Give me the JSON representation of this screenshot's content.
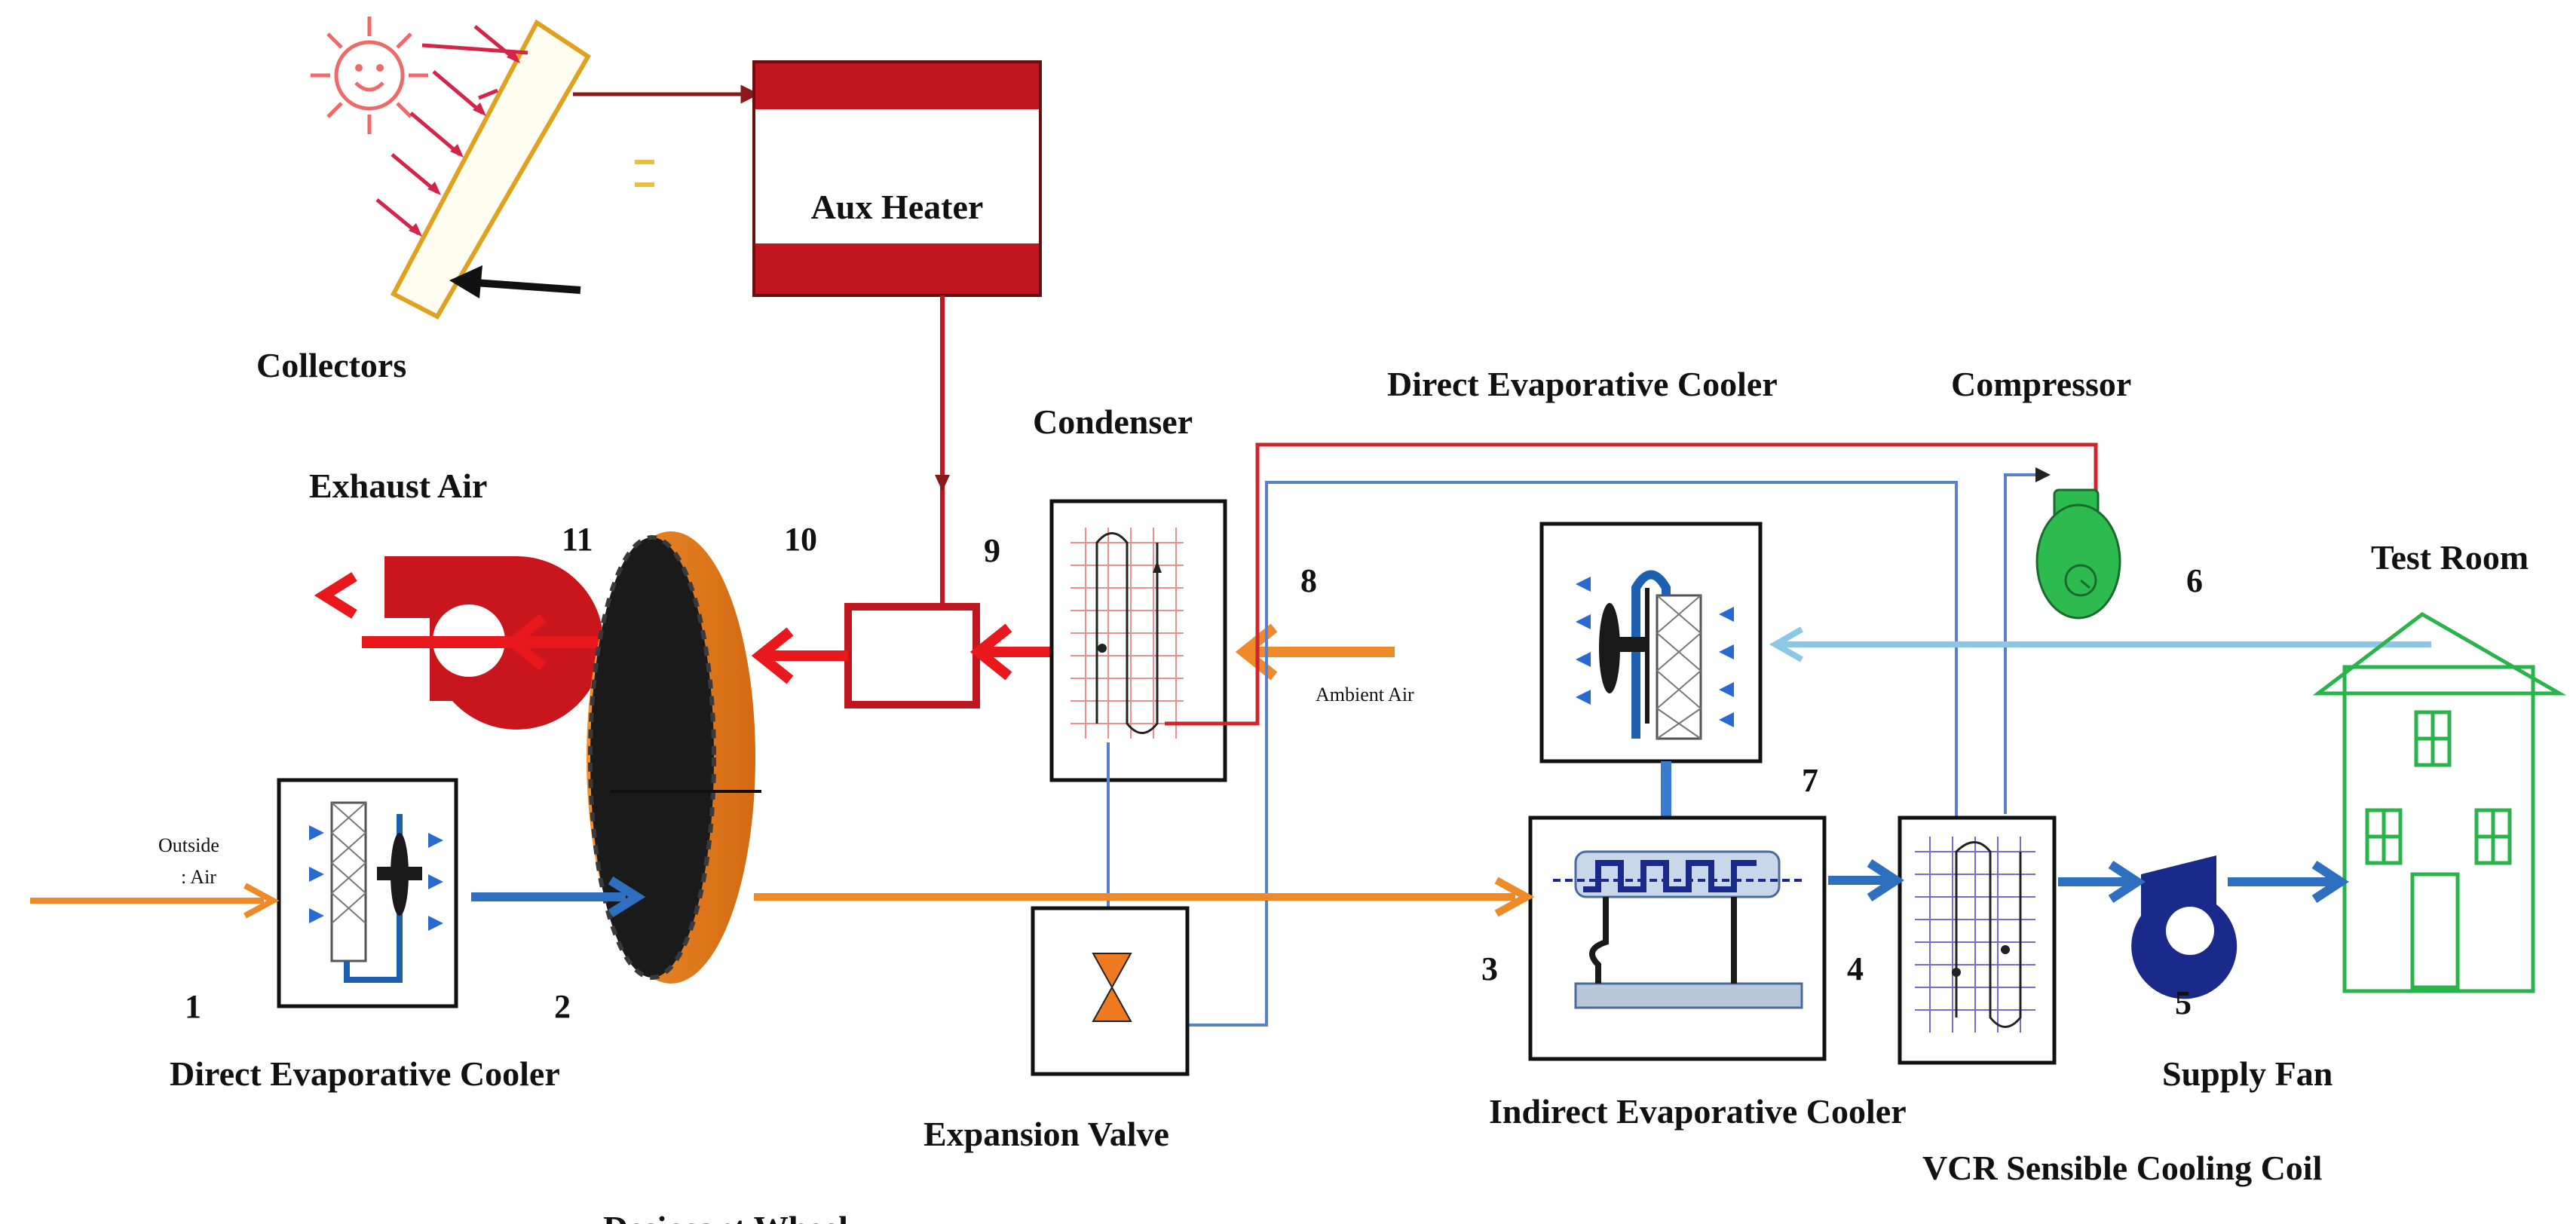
{
  "labels": {
    "collectors": "Collectors",
    "aux_heater": "Aux Heater",
    "exhaust_air": "Exhaust Air",
    "condenser": "Condenser",
    "direct_evap_cooler_top": "Direct Evaporative Cooler",
    "compressor": "Compressor",
    "test_room": "Test Room",
    "ambient_air": "Ambient Air",
    "outside_air_line1": "Outside",
    "outside_air_line2": ": Air",
    "direct_evap_cooler_bottom": "Direct Evaporative Cooler",
    "desiccant_wheel": "Desiccant Wheel",
    "expansion_valve": "Expansion Valve",
    "indirect_evap_cooler": "Indirect Evaporative Cooler",
    "supply_fan": "Supply Fan",
    "vcr_coil": "VCR Sensible Cooling Coil"
  },
  "state_points": {
    "p1": "1",
    "p2": "2",
    "p3": "3",
    "p4": "4",
    "p5": "5",
    "p6": "6",
    "p7": "7",
    "p8": "8",
    "p9": "9",
    "p10": "10",
    "p11": "11"
  },
  "colors": {
    "hot_air": "#e8181c",
    "outside_air": "#ee8a2a",
    "cool_air": "#2f6fc0",
    "room_air": "#8cc7e6",
    "refrigerant_hot": "#c8282e",
    "refrigerant_cold": "#5b7fd0",
    "heater_red": "#c0161f",
    "wheel_orange": "#e67e22",
    "house_green": "#29b34a",
    "compressor_green": "#2dbb4f",
    "supply_fan_blue": "#1a2a8a"
  }
}
